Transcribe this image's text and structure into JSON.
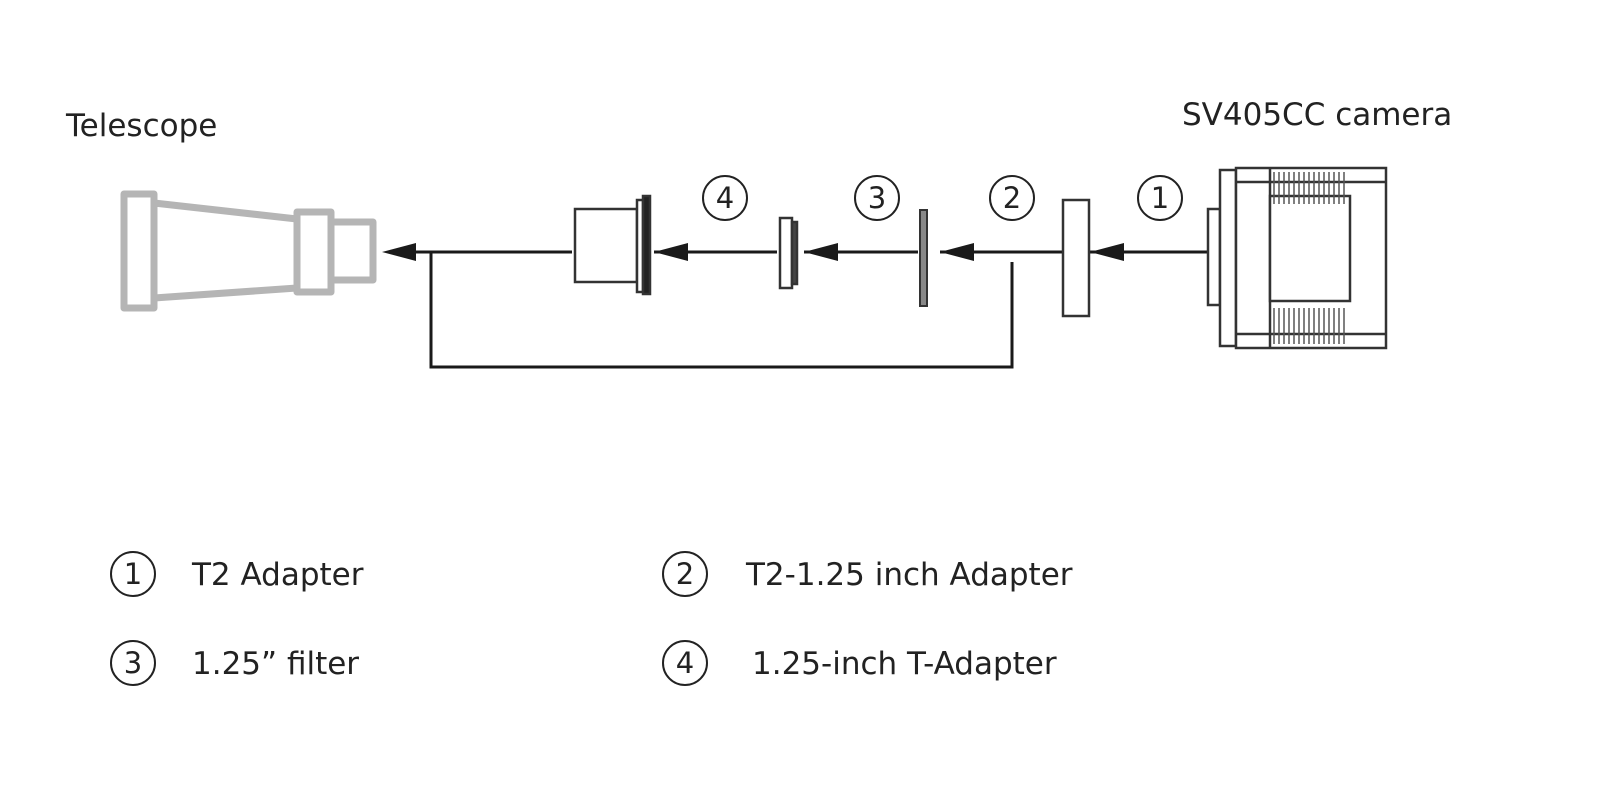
{
  "labels": {
    "telescope": "Telescope",
    "camera": "SV405CC camera"
  },
  "callouts": [
    "4",
    "3",
    "2",
    "1"
  ],
  "legend": [
    {
      "num": "1",
      "text": "T2 Adapter"
    },
    {
      "num": "2",
      "text": "T2-1.25 inch Adapter"
    },
    {
      "num": "3",
      "text": "1.25” filter"
    },
    {
      "num": "4",
      "text": "1.25-inch T-Adapter"
    }
  ]
}
